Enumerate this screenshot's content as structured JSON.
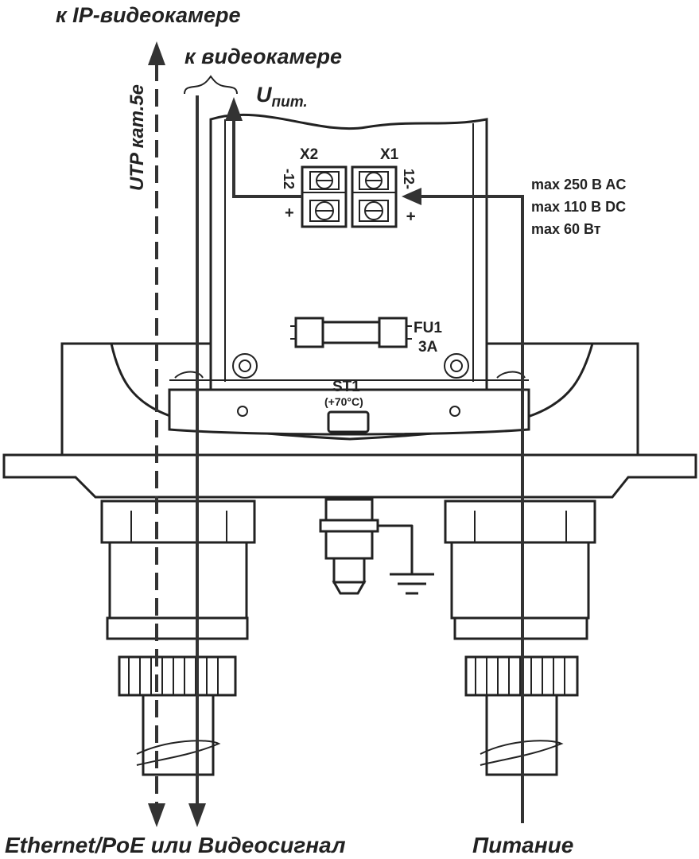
{
  "labels": {
    "to_ip_camera": "к IP-видеокамере",
    "to_camera": "к видеокамере",
    "u_main": "U",
    "u_sub": "пит.",
    "utp": "UTP кат.5е",
    "x2": "X2",
    "x1": "X1",
    "x2_minus": "-12",
    "x1_minus": "12-",
    "x2_plus": "+",
    "x1_plus": "+",
    "max_ac": "max 250 B AC",
    "max_dc": "max 110 B DC",
    "max_w": "max 60 Вт",
    "fu1": "FU1",
    "fu1_rating": "3A",
    "st1": "ST1",
    "st1_temp": "(+70°C)",
    "bottom_left": "Ethernet/PoE или Видеосигнал",
    "bottom_right": "Питание"
  },
  "colors": {
    "line": "#222222",
    "wire": "#333333",
    "background": "#ffffff"
  }
}
